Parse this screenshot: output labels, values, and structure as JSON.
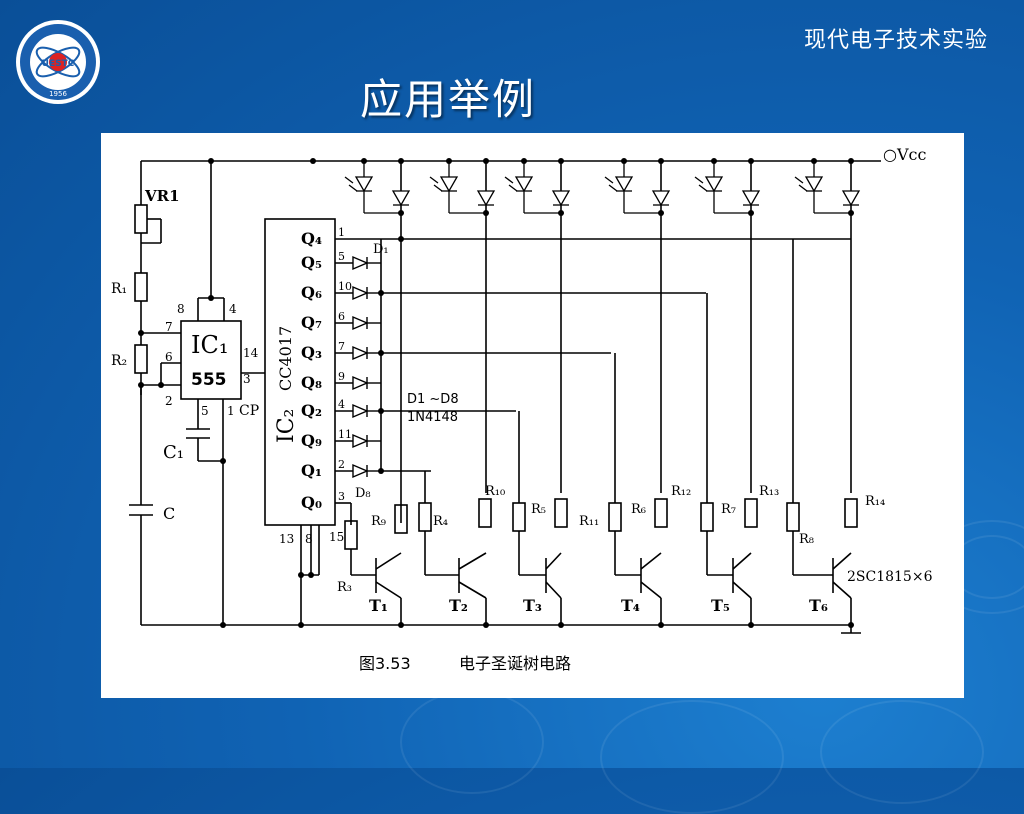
{
  "header": {
    "logo_text": "UESTC",
    "logo_year": "1956",
    "course_title": "现代电子技术实验",
    "slide_title": "应用举例"
  },
  "figure": {
    "caption_number": "图3.53",
    "caption_text": "电子圣诞树电路",
    "vcc_label": "○Vcc",
    "vr1_label": "VR1",
    "r1_label": "R₁",
    "r2_label": "R₂",
    "c1_label": "C₁",
    "c_label": "C",
    "ic1_label": "IC₁",
    "ic1_part": "555",
    "ic2_label": "IC₂",
    "ic2_part": "CC4017",
    "cp_label": "CP",
    "diode_range": "D1 ~D8",
    "diode_part": "1N4148",
    "d1_label": "D₁",
    "d8_label": "D₈",
    "transistor_part": "2SC1815×6",
    "pin_labels": {
      "p8": "8",
      "p4": "4",
      "p7": "7",
      "p6": "6",
      "p2": "2",
      "p5": "5",
      "p1": "1",
      "p14": "14",
      "p3": "3",
      "p13": "13",
      "p8b": "8",
      "p15": "15"
    },
    "q_outputs": [
      "Q₄",
      "Q₅",
      "Q₆",
      "Q₇",
      "Q₃",
      "Q₈",
      "Q₂",
      "Q₉",
      "Q₁",
      "Q₀"
    ],
    "q_pins": [
      "1",
      "5",
      "10",
      "6",
      "7",
      "9",
      "4",
      "11",
      "2",
      "3"
    ],
    "resistors": {
      "r3": "R₃",
      "r4": "R₄",
      "r5": "R₅",
      "r6": "R₆",
      "r7": "R₇",
      "r8": "R₈",
      "r9": "R₉",
      "r10": "R₁₀",
      "r11": "R₁₁",
      "r12": "R₁₂",
      "r13": "R₁₃",
      "r14": "R₁₄"
    },
    "transistors": [
      "T₁",
      "T₂",
      "T₃",
      "T₄",
      "T₅",
      "T₆"
    ]
  }
}
